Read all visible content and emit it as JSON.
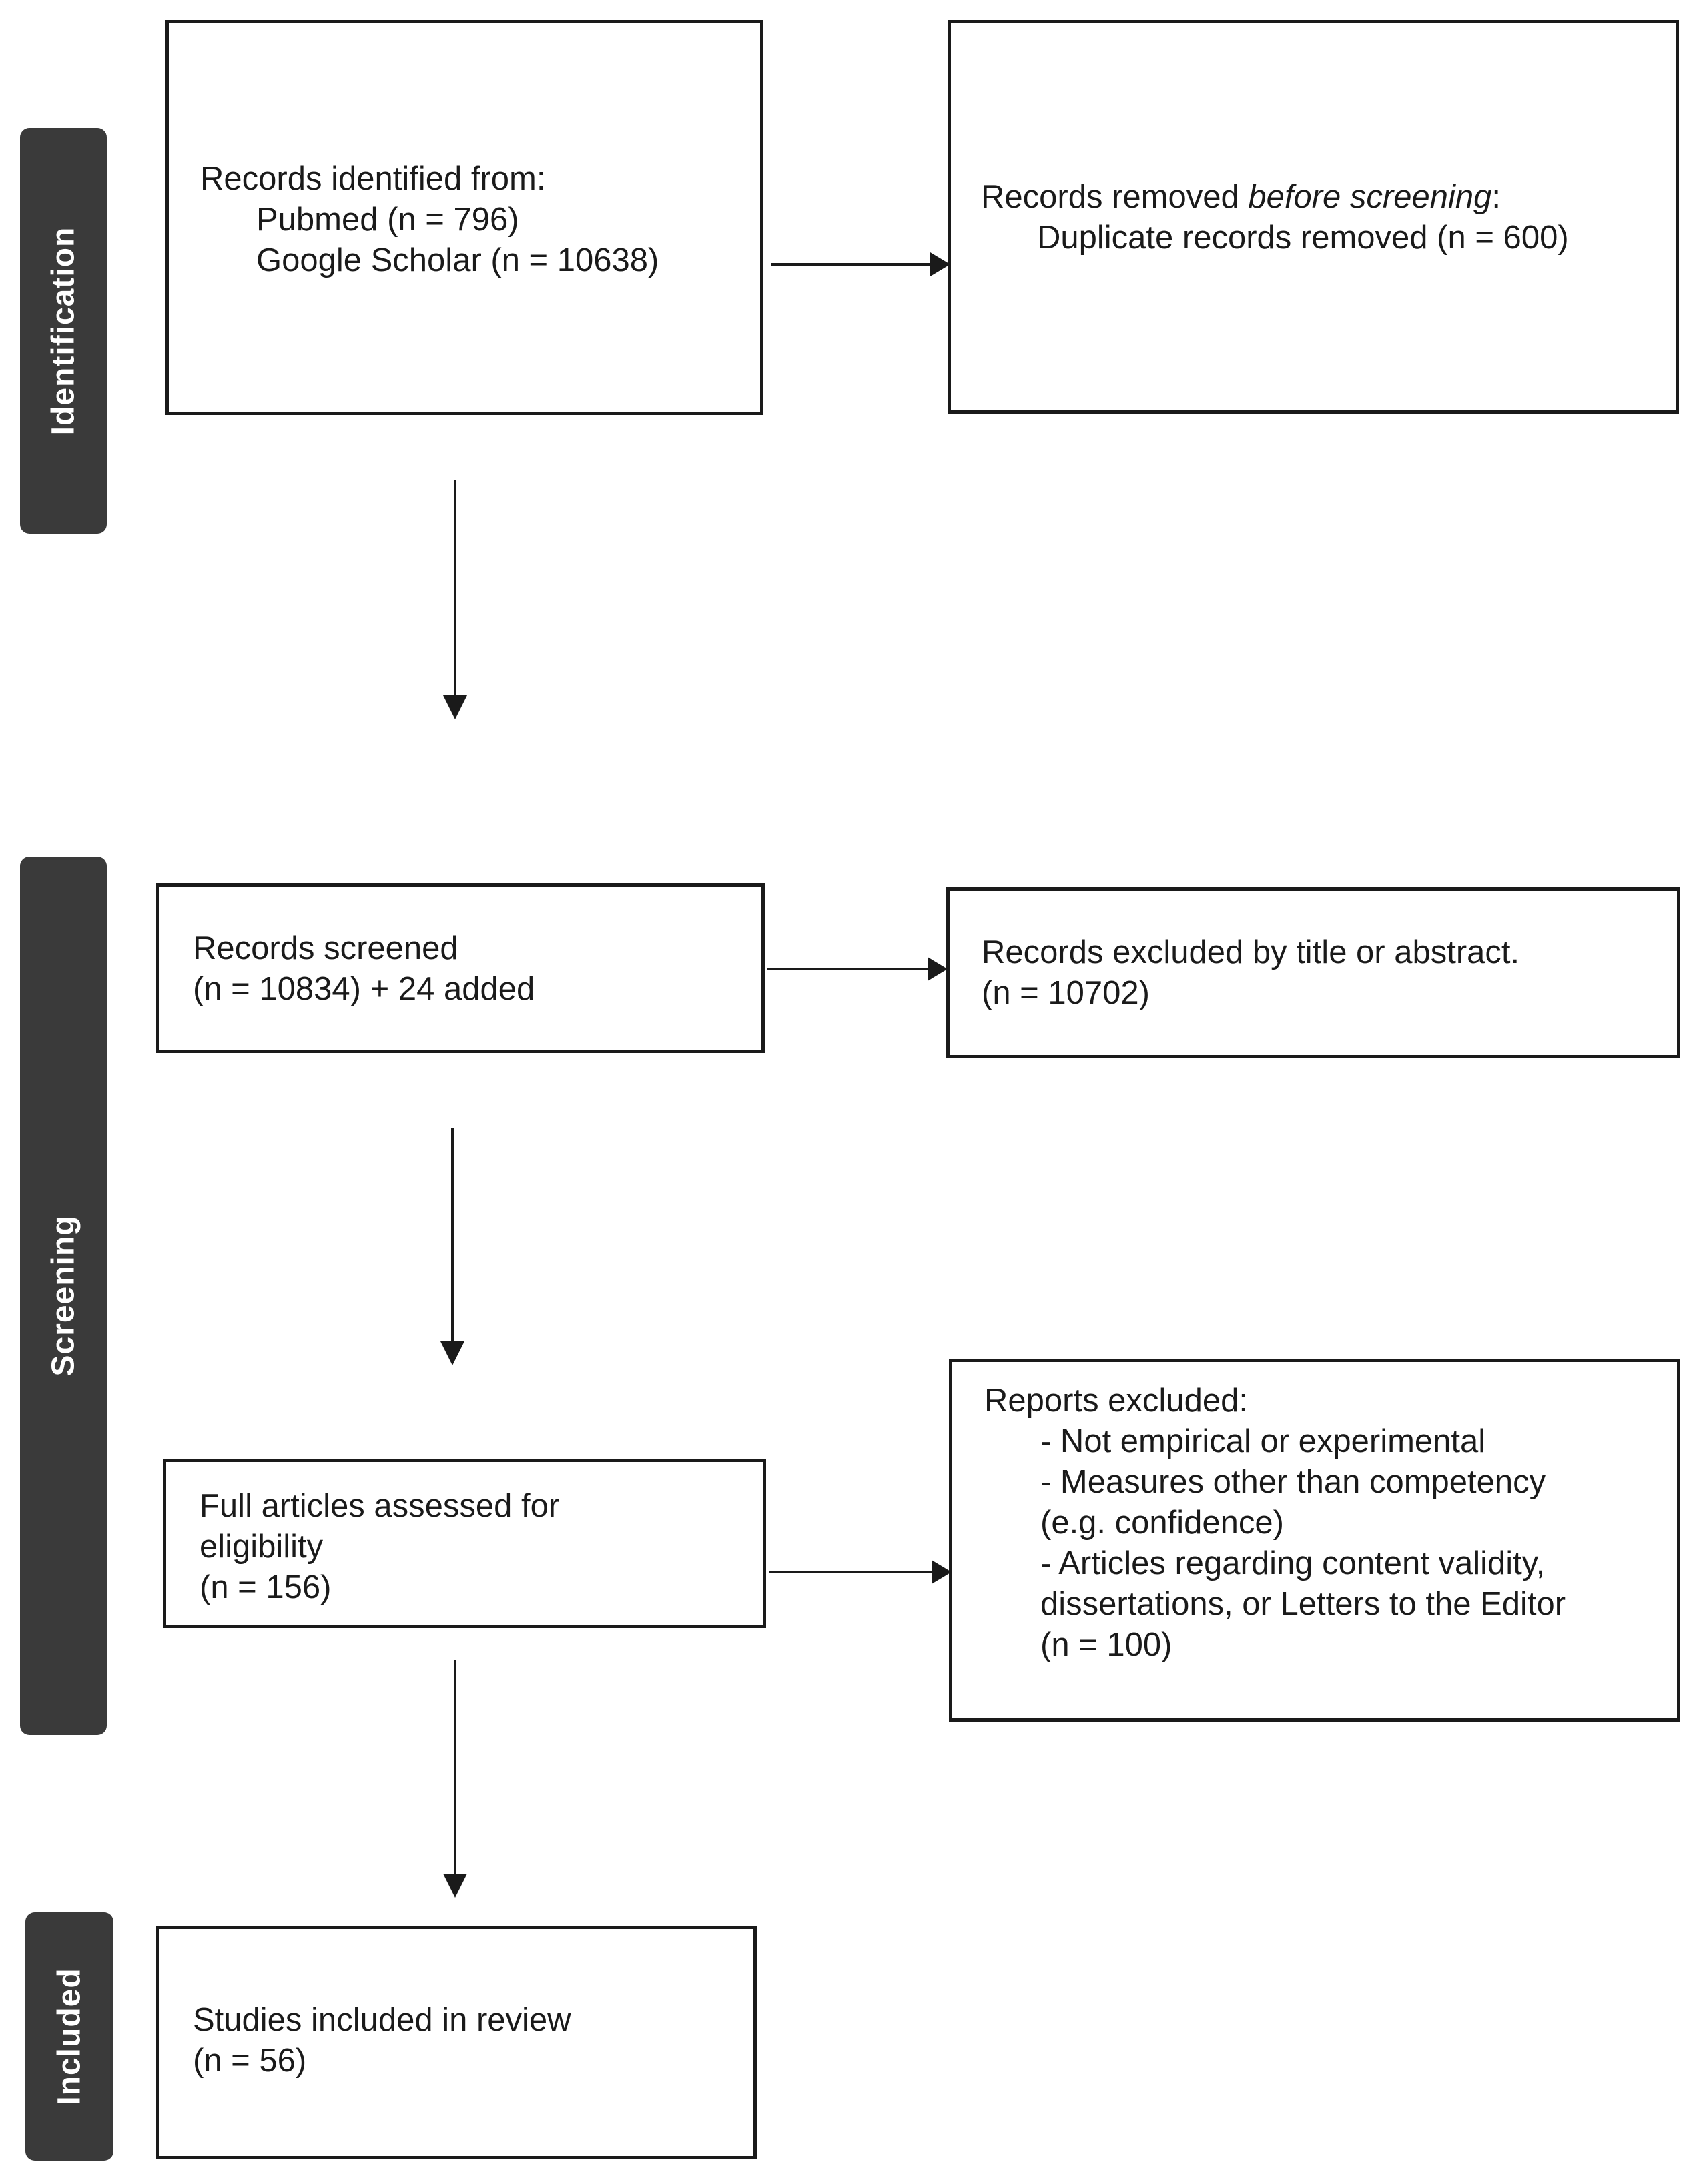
{
  "phases": {
    "identification": "Identification",
    "screening": "Screening",
    "included": "Included"
  },
  "boxes": {
    "records_identified": {
      "heading": "Records identified from:",
      "lines": [
        "Pubmed (n = 796)",
        "Google Scholar (n = 10638)"
      ]
    },
    "records_removed": {
      "heading_prefix": "Records removed ",
      "heading_italic": "before screening",
      "heading_suffix": ":",
      "lines": [
        "Duplicate records removed (n = 600)"
      ]
    },
    "records_screened": {
      "lines": [
        "Records screened",
        "(n = 10834) +  24 added"
      ]
    },
    "records_excluded": {
      "lines": [
        "Records excluded by title or abstract.",
        "(n = 10702)"
      ]
    },
    "full_articles": {
      "lines": [
        "Full articles assessed for",
        "eligibility",
        "(n = 156)"
      ]
    },
    "reports_excluded": {
      "heading": "Reports excluded:",
      "lines": [
        "- Not empirical or experimental",
        "- Measures other than competency",
        "(e.g. confidence)",
        "- Articles regarding content validity,",
        "dissertations, or Letters to the Editor",
        "(n = 100)"
      ]
    },
    "studies_included": {
      "lines": [
        "Studies included in review",
        "(n = 56)"
      ]
    }
  },
  "colors": {
    "phase_fill": "#3a3a3a",
    "phase_text": "#ffffff",
    "stroke": "#1a1a1a",
    "background": "#ffffff"
  }
}
